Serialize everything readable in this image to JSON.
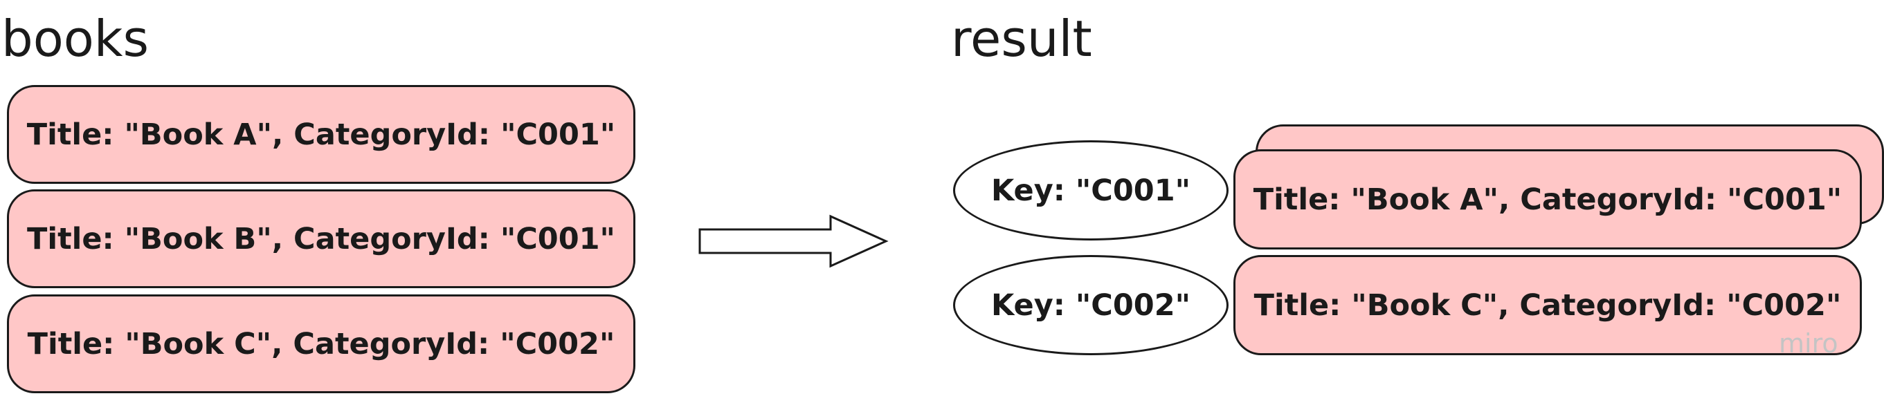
{
  "books": {
    "heading": "books",
    "items": [
      {
        "label": "Title: \"Book A\", CategoryId: \"C001\""
      },
      {
        "label": "Title: \"Book B\", CategoryId: \"C001\""
      },
      {
        "label": "Title: \"Book C\", CategoryId: \"C002\""
      }
    ]
  },
  "result": {
    "heading": "result",
    "groups": [
      {
        "key": "Key: \"C001\"",
        "label": "Title: \"Book A\", CategoryId: \"C001\""
      },
      {
        "key": "Key: \"C002\"",
        "label": "Title: \"Book C\", CategoryId: \"C002\""
      }
    ]
  },
  "watermark": "miro",
  "colors": {
    "card_fill": "#ffc7c7",
    "stroke": "#1a1a1a"
  }
}
